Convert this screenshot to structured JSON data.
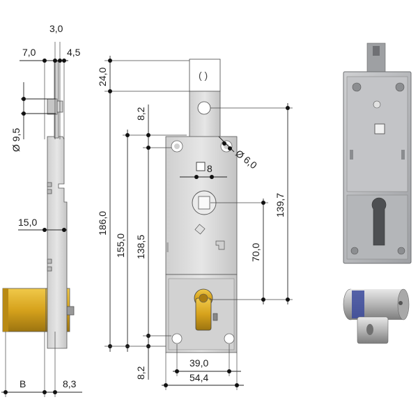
{
  "colors": {
    "plate": "#dcdcdc",
    "plate_shadow": "#b9b9b9",
    "brass": "#d6a21c",
    "photo_plate": "#b8b8b8",
    "cylinder_blue": "#3b4a9c",
    "cylinder_nickel": "#c9c9c9"
  },
  "dimensions": {
    "side_top_left": "7,0",
    "side_top_mid": "3,0",
    "side_top_right": "4,5",
    "side_diameter": "Ø 9,5",
    "side_mid": "15,0",
    "side_bottom_left": "B",
    "side_bottom_right": "8,3",
    "front_top": "24,0",
    "front_total": "186,0",
    "front_inner1": "155,0",
    "front_inner2": "138,5",
    "front_top_offset": "8,2",
    "front_bottom_offset": "8,2",
    "front_hole_diameter": "Ø 6,0",
    "front_square": "8",
    "front_right_height": "139,7",
    "front_backset": "70,0",
    "front_hole_spacing": "39,0",
    "front_width": "54,4"
  }
}
